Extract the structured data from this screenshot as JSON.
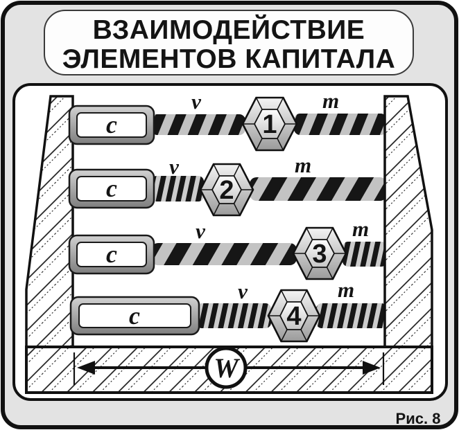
{
  "title": {
    "line1": "ВЗАИМОДЕЙСТВИЕ",
    "line2": "ЭЛЕМЕНТОВ КАПИТАЛА"
  },
  "figure_caption": "Рис. 8",
  "total_label": "W",
  "rows": [
    {
      "c_label": "c",
      "v_label": "v",
      "m_label": "m",
      "number": "1"
    },
    {
      "c_label": "c",
      "v_label": "v",
      "m_label": "m",
      "number": "2"
    },
    {
      "c_label": "c",
      "v_label": "v",
      "m_label": "m",
      "number": "3"
    },
    {
      "c_label": "c",
      "v_label": "v",
      "m_label": "m",
      "number": "4"
    }
  ],
  "colors": {
    "background": "#e3e3e3",
    "panel": "#ffffff",
    "ink": "#141414",
    "rope_dark": "#161616",
    "rope_light": "#c3c3c3",
    "metal_light": "#f2f2f2",
    "metal_dark": "#9b9b9b"
  }
}
